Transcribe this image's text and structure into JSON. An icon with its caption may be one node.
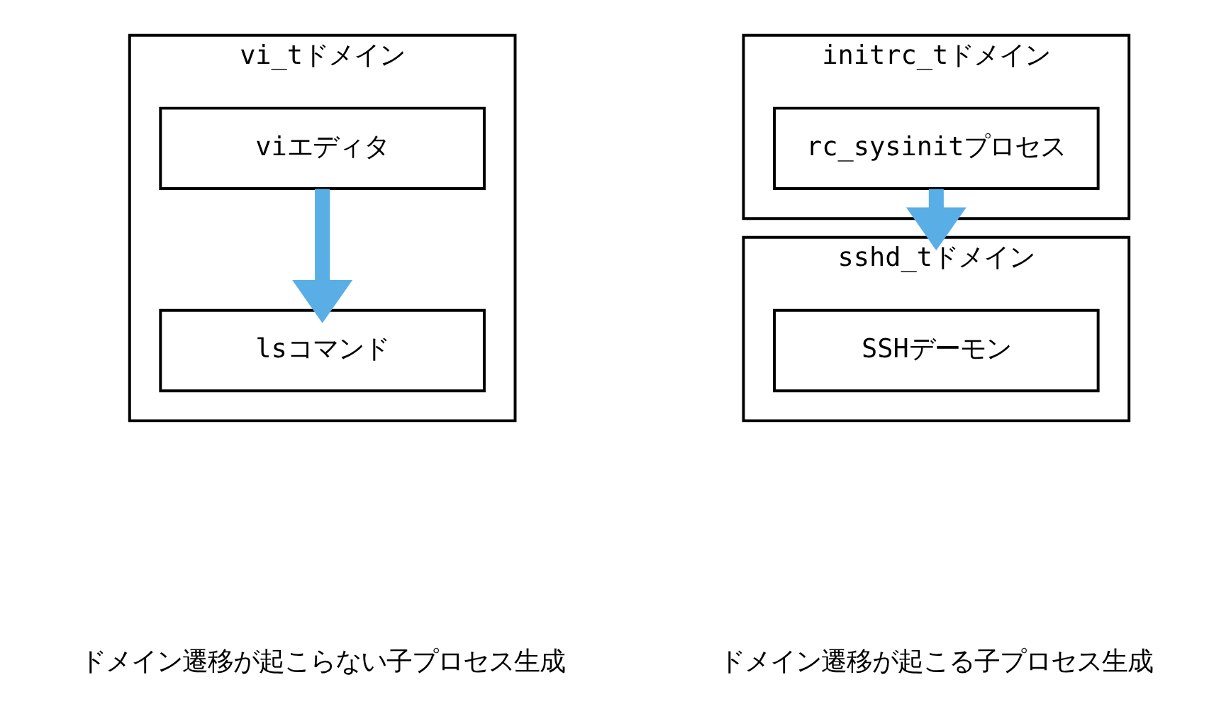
{
  "diagram": {
    "nodes": [
      {
        "text": [
          "vi_tドメイン"
        ]
      },
      {
        "text": [
          "viエディタ"
        ],
        "in": 0
      },
      {
        "text": [
          "lsコマンド"
        ],
        "in": 0
      },
      {
        "text": [
          "initrc_tドメイン"
        ]
      },
      {
        "text": [
          "rc_sysinitプロセス"
        ],
        "in": 3
      },
      {
        "text": [
          "sshd_tドメイン"
        ]
      },
      {
        "text": [
          "SSHデーモン"
        ],
        "in": 5
      }
    ],
    "edges": [
      {
        "from": 1,
        "to": 2,
        "arrow": "to"
      },
      {
        "from": 4,
        "to": 5,
        "arrow": "to"
      }
    ],
    "labels": [
      "ドメイン遷移が起こらない子プロセス生成",
      "ドメイン遷移が起こる子プロセス生成"
    ]
  }
}
